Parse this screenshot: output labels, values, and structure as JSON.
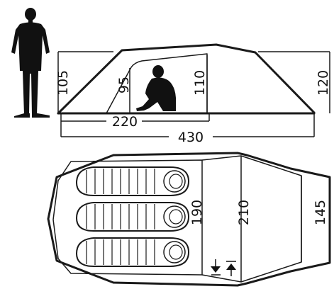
{
  "side_view": {
    "height_person_side": "105",
    "height_inner_left": "95",
    "height_inner_right": "110",
    "height_outer_right": "120",
    "length_inner": "220",
    "length_total": "430"
  },
  "floor_plan": {
    "width_sleeping": "190",
    "width_inner": "210",
    "width_vestibule": "145"
  },
  "icons": {
    "person": "standing-person-icon",
    "sitting_person": "sitting-person-icon",
    "sleeping_bag": "sleeping-bag-icon",
    "entrance": "entrance-arrows-icon"
  },
  "colors": {
    "stroke": "#1a1a1a",
    "fill": "#111111",
    "background": "#ffffff"
  }
}
